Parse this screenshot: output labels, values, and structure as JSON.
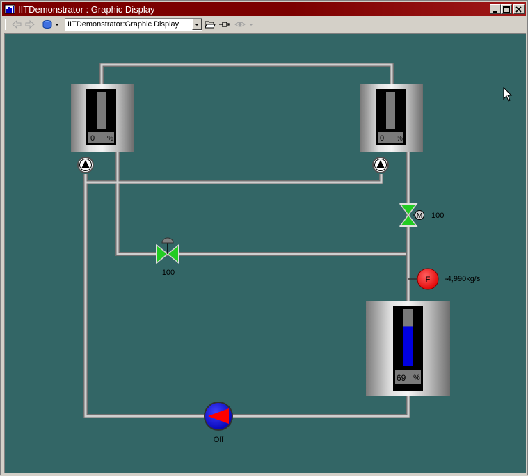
{
  "window": {
    "title": "IITDemonstrator : Graphic Display"
  },
  "toolbar": {
    "display_select_value": "IITDemonstrator:Graphic Display",
    "icons": [
      "back-arrow-icon",
      "forward-arrow-icon",
      "database-icon",
      "dropdown-arrow-icon",
      "open-folder-icon",
      "pin-icon",
      "eye-icon",
      "dropdown-arrow-icon"
    ]
  },
  "process": {
    "tank_top_left": {
      "level_text": "0",
      "unit": "%",
      "level": 0
    },
    "tank_top_right": {
      "level_text": "0",
      "unit": "%",
      "level": 0
    },
    "tank_bottom": {
      "level_text": "69",
      "unit": "%",
      "level": 0.69
    },
    "motor_valve": {
      "symbol": "M",
      "value": "100"
    },
    "control_valve": {
      "value": "100"
    },
    "flow_meter": {
      "symbol": "F",
      "value": "-4,990kg/s"
    },
    "pump": {
      "state": "Off"
    }
  },
  "colors": {
    "background": "#336666",
    "valve_green": "#22cc22",
    "level_blue": "#0000e0",
    "flow_red": "#ff0000",
    "pump_blue": "#0000cc",
    "title_bar": "#7b0000"
  }
}
